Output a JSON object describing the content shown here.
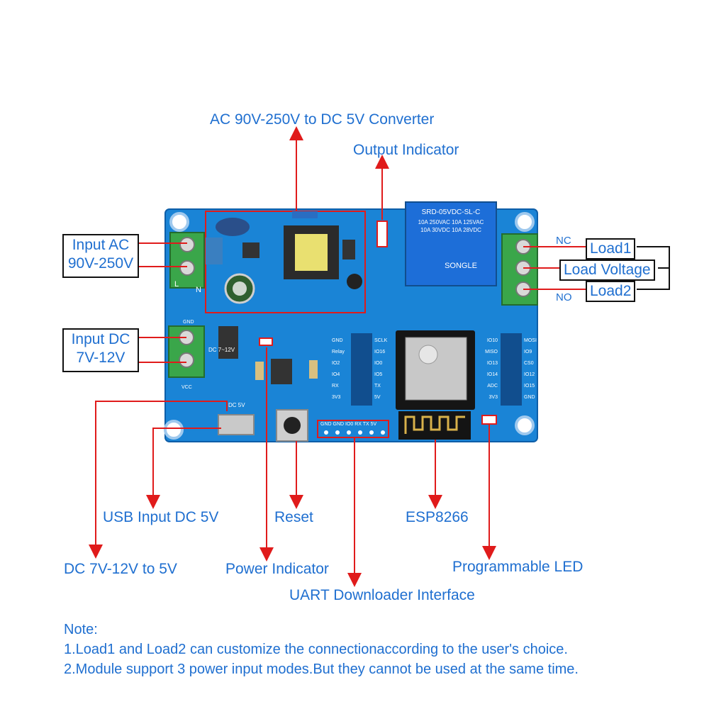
{
  "labels": {
    "converter": "AC 90V-250V to DC 5V Converter",
    "output_indicator": "Output Indicator",
    "input_ac_line1": "Input AC",
    "input_ac_line2": "90V-250V",
    "input_dc_line1": "Input DC",
    "input_dc_line2": "7V-12V",
    "nc": "NC",
    "no": "NO",
    "load1": "Load1",
    "load_voltage": "Load Voltage",
    "load2": "Load2",
    "usb_input": "USB Input DC 5V",
    "reset": "Reset",
    "esp8266": "ESP8266",
    "dc_converter": "DC 7V-12V to 5V",
    "power_indicator": "Power Indicator",
    "programmable_led": "Programmable LED",
    "uart": "UART Downloader Interface"
  },
  "board": {
    "relay_text": "SRD-05VDC-SL-C",
    "relay_rating1": "10A 250VAC 10A 125VAC",
    "relay_rating2": "10A 30VDC 10A 28VDC",
    "relay_brand": "SONGLE",
    "uart_header": "GND GND IO0 RX TX 5V",
    "dc_label": "DC 5V",
    "terminal_l": "L",
    "terminal_n": "N",
    "dc_terminal_label": "DC 7~12V",
    "gnd_label": "GND",
    "vcc_label": "VCC",
    "left_header_pins": [
      "GND",
      "Relay",
      "IO2",
      "IO4",
      "RX",
      "3V3"
    ],
    "mid_header_pins": [
      "SCLK",
      "IO16",
      "IO0",
      "IO5",
      "TX",
      "5V"
    ],
    "right_header_left": [
      "IO10",
      "MISO",
      "IO13",
      "IO14",
      "ADC",
      "3V3"
    ],
    "right_header_right": [
      "MOSI",
      "IO9",
      "CS0",
      "IO12",
      "IO15",
      "GND"
    ]
  },
  "notes": {
    "title": "Note:",
    "line1": "1.Load1 and Load2 can customize the connectionaccording to the user's choice.",
    "line2": "2.Module support 3 power input modes.But they cannot be used at the same time."
  },
  "colors": {
    "pcb": "#1a84d6",
    "pcb_dark": "#0e5ea8",
    "relay": "#1d6ed8",
    "callout_line": "#e01b1b",
    "label_text": "#1f6fd0"
  }
}
